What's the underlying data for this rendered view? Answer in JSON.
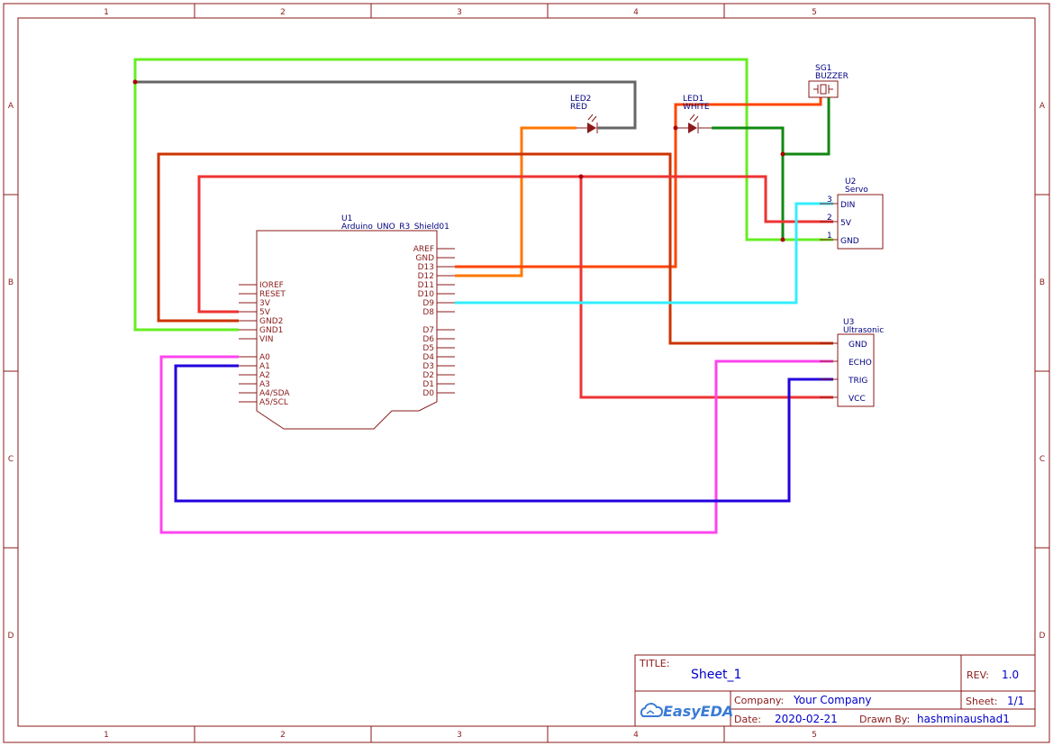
{
  "frame": {
    "columns": [
      "1",
      "2",
      "3",
      "4",
      "5"
    ],
    "rows": [
      "A",
      "B",
      "C",
      "D"
    ]
  },
  "colors": {
    "frame": "#8b1a1a",
    "label": "#000080",
    "wire_green": "#66ee22",
    "wire_gray": "#666666",
    "wire_orange": "#ff7700",
    "wire_red_orange": "#ff4400",
    "wire_dark_green": "#118811",
    "wire_brown": "#cc3300",
    "wire_red": "#ee3333",
    "wire_cyan": "#33eeff",
    "wire_magenta": "#ff44ee",
    "wire_blue": "#2200dd",
    "junction": "#aa0000"
  },
  "components": {
    "u1": {
      "ref": "U1",
      "name": "Arduino_UNO_R3_Shield01",
      "left_pins": [
        "IOREF",
        "RESET",
        "3V",
        "5V",
        "GND2",
        "GND1",
        "VIN",
        "A0",
        "A1",
        "A2",
        "A3",
        "A4/SDA",
        "A5/SCL"
      ],
      "right_pins": [
        "AREF",
        "GND",
        "D13",
        "D12",
        "D11",
        "D10",
        "D9",
        "D8",
        "D7",
        "D6",
        "D5",
        "D4",
        "D3",
        "D2",
        "D1",
        "D0"
      ]
    },
    "u2": {
      "ref": "U2",
      "name": "Servo",
      "pins": [
        {
          "number": "3",
          "label": "DIN"
        },
        {
          "number": "2",
          "label": "5V"
        },
        {
          "number": "1",
          "label": "GND"
        }
      ]
    },
    "u3": {
      "ref": "U3",
      "name": "Ultrasonic",
      "pins": [
        "GND",
        "ECHO",
        "TRIG",
        "VCC"
      ]
    },
    "led1": {
      "ref": "LED1",
      "name": "WHITE",
      "icon": "led-icon"
    },
    "led2": {
      "ref": "LED2",
      "name": "RED",
      "icon": "led-icon"
    },
    "sg1": {
      "ref": "SG1",
      "name": "BUZZER",
      "icon": "buzzer-icon"
    }
  },
  "title_block": {
    "title_label": "TITLE:",
    "title": "Sheet_1",
    "rev_label": "REV:",
    "rev": "1.0",
    "company_label": "Company:",
    "company": "Your Company",
    "sheet_label": "Sheet:",
    "sheet": "1/1",
    "date_label": "Date:",
    "date": "2020-02-21",
    "drawn_by_label": "Drawn By:",
    "drawn_by": "hashminaushad1",
    "logo_text": "EasyEDA",
    "logo_icon": "cloud-icon"
  }
}
